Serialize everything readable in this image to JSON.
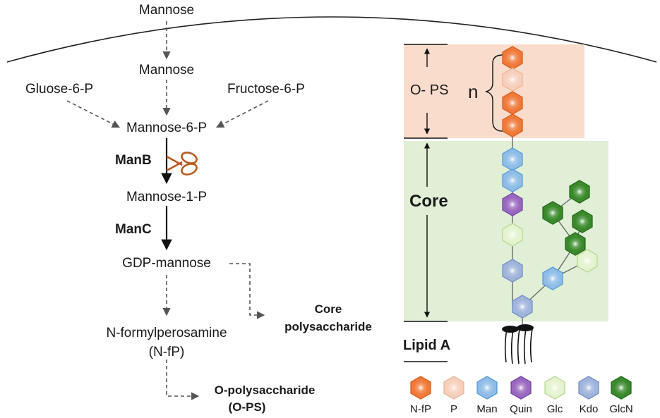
{
  "pathway": {
    "mannose_outer": "Mannose",
    "mannose_inner": "Mannose",
    "glucose6p": "Gluose-6-P",
    "fructose6p": "Fructose-6-P",
    "mannose6p": "Mannose-6-P",
    "manB": "ManB",
    "mannose1p": "Mannose-1-P",
    "manC": "ManC",
    "gdp_mannose": "GDP-mannose",
    "nfp_line1": "N-formylperosamine",
    "nfp_line2": "(N-fP)",
    "core_line1": "Core",
    "core_line2": "polysaccharide",
    "ops_line1": "O-polysaccharide",
    "ops_line2": "(O-PS)"
  },
  "lps": {
    "ops_label": "O- PS",
    "n_label": "n",
    "core_label": "Core",
    "lipid_label": "Lipid A"
  },
  "legend": [
    {
      "label": "N-fP",
      "color": "#f07a3a",
      "stroke": "#d9601f"
    },
    {
      "label": "P",
      "color": "#f7d0bd",
      "stroke": "#ecb89d"
    },
    {
      "label": "Man",
      "color": "#8fbde8",
      "stroke": "#5f9fd8"
    },
    {
      "label": "Quin",
      "color": "#9a68c0",
      "stroke": "#7a4aa2"
    },
    {
      "label": "Glc",
      "color": "#e6f3d0",
      "stroke": "#b9dc95"
    },
    {
      "label": "Kdo",
      "color": "#a0b4dc",
      "stroke": "#7892c8"
    },
    {
      "label": "GlcN",
      "color": "#3a8a2c",
      "stroke": "#2a6e1f"
    }
  ],
  "colors": {
    "ops_box": "#f9dccb",
    "core_box": "#e0efd6",
    "enzyme_arrow": "#111111",
    "dashed_arrow": "#555555",
    "scissors": "#b85a1e"
  }
}
